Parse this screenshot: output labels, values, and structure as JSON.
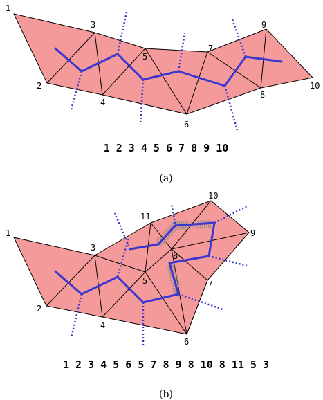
{
  "panel_a": {
    "vertex_labels": [
      "1",
      "2",
      "3",
      "4",
      "5",
      "6",
      "7",
      "8",
      "9",
      "10"
    ],
    "sequence": "1 2 3 4 5 6 7 8 9 10",
    "caption": "(a)"
  },
  "panel_b": {
    "vertex_labels": [
      "1",
      "2",
      "3",
      "4",
      "5",
      "6",
      "7",
      "8",
      "9",
      "10",
      "11"
    ],
    "sequence": "1 2 3 4 5 6 5 7 8 9 8 10 8 11 5 3",
    "caption": "(b)"
  },
  "colors": {
    "fill": "#f49a9a",
    "edge": "#000000",
    "path": "#3a36cf",
    "highlight": "#8a8a8a"
  }
}
